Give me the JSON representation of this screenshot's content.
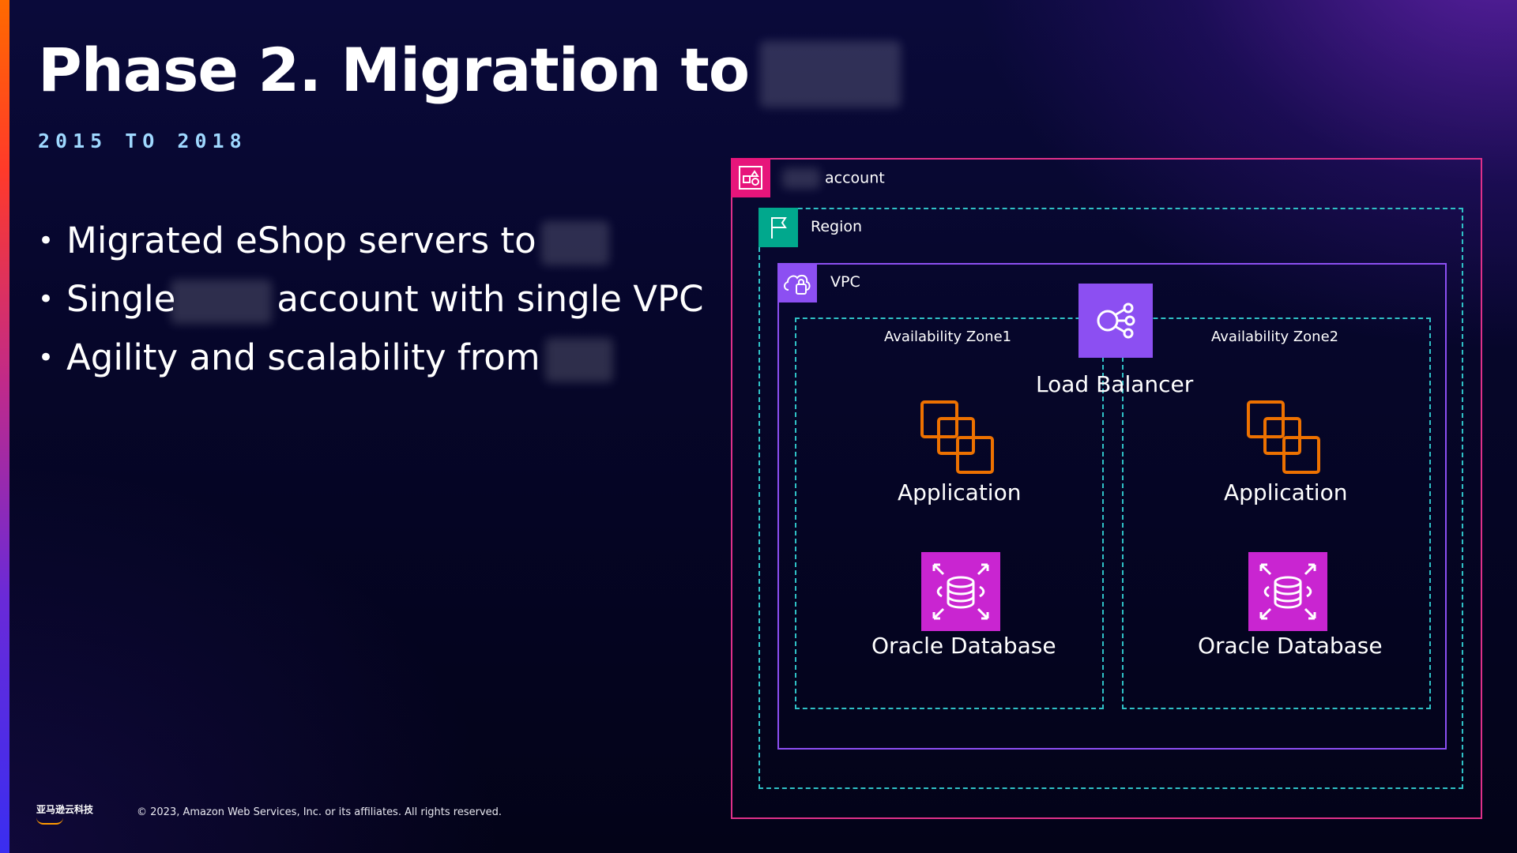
{
  "slide": {
    "title": "Phase 2. Migration to",
    "subtitle": "2015 TO 2018",
    "bullets": [
      {
        "before": "Migrated eShop servers to",
        "after": ""
      },
      {
        "before": "Single",
        "after": "account with single VPC"
      },
      {
        "before": "Agility and scalability from",
        "after": ""
      }
    ]
  },
  "diagram": {
    "account_label": "account",
    "region_label": "Region",
    "vpc_label": "VPC",
    "az1_label": "Availability Zone1",
    "az2_label": "Availability Zone2",
    "load_balancer_label": "Load Balancer",
    "app1_label": "Application",
    "app2_label": "Application",
    "db1_label": "Oracle Database",
    "db2_label": "Oracle Database"
  },
  "footer": {
    "logo_text": "亚马逊云科技",
    "copyright": "© 2023, Amazon Web Services, Inc. or its affiliates. All rights reserved."
  },
  "colors": {
    "account_border": "#e0308a",
    "region_border": "#2fc1c6",
    "vpc_border": "#8c4ff2",
    "compute_orange": "#ed7100",
    "database_magenta": "#c925d1",
    "subtitle_blue": "#9fd8ff"
  },
  "icons": {
    "account": "account-icon",
    "region": "region-flag-icon",
    "vpc": "vpc-cloud-icon",
    "load_balancer": "load-balancer-icon",
    "application": "ec2-instances-icon",
    "database": "rds-database-icon"
  }
}
